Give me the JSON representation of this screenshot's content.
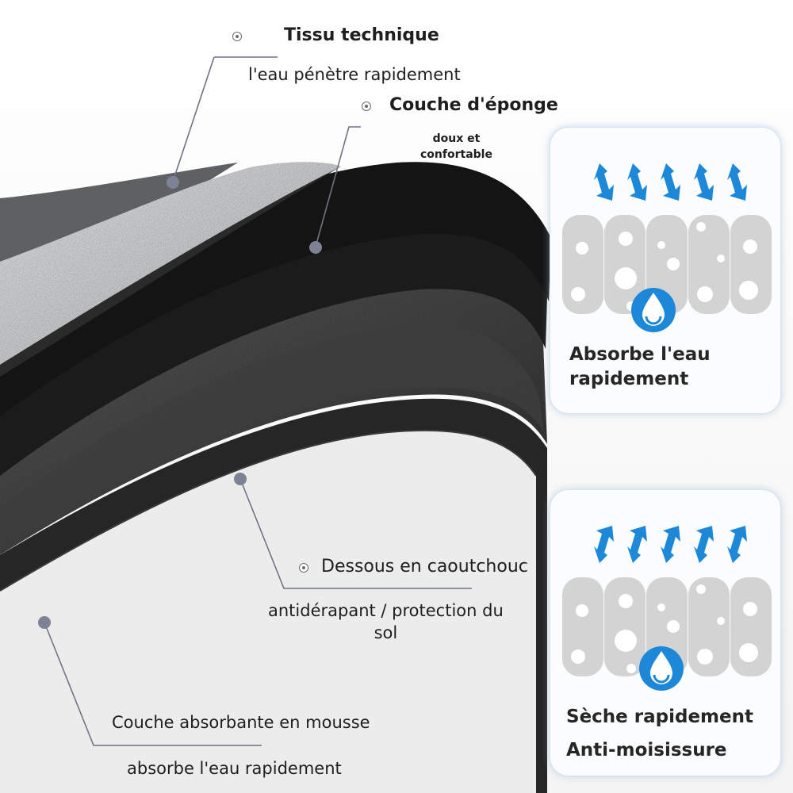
{
  "layers": {
    "top": {
      "title": "Tissu technique",
      "subtitle": "l'eau pénètre rapidement"
    },
    "sponge": {
      "title": "Couche d'éponge",
      "subtitle_line1": "doux et",
      "subtitle_line2": "confortable"
    },
    "rubber": {
      "title": "Dessous en caoutchouc",
      "subtitle_line1": "antidérapant / protection du",
      "subtitle_line2": "sol"
    },
    "foam": {
      "title": "Couche absorbante en mousse",
      "subtitle": "absorbe l'eau rapidement"
    }
  },
  "cards": {
    "absorb": {
      "line1": "Absorbe l'eau",
      "line2": "rapidement",
      "icon": "water-drop-icon",
      "arrows": "down-arrows-icon"
    },
    "dry": {
      "line1": "Sèche rapidement",
      "line2": "Anti-moisissure",
      "icon": "water-drop-icon",
      "arrows": "up-arrows-icon"
    }
  },
  "colors": {
    "accent_blue": "#1e88d8",
    "pointer": "#7d8294",
    "leader_line": "#6f7386"
  }
}
